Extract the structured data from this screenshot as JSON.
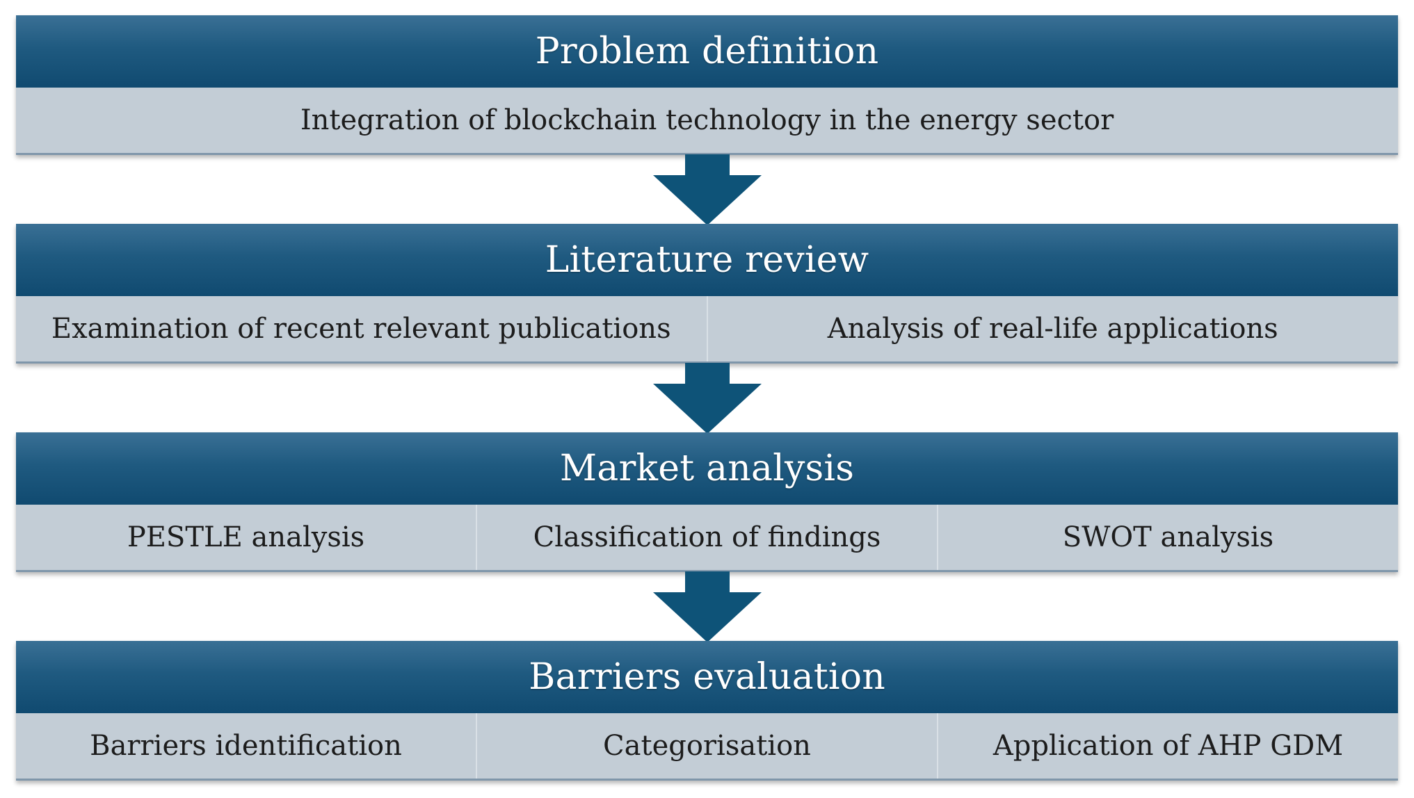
{
  "colors": {
    "header": "#1f5a80",
    "body": "#c3cdd6",
    "arrow": "#0e5378"
  },
  "stages": [
    {
      "title": "Problem definition",
      "items": [
        "Integration of blockchain technology in the energy sector"
      ]
    },
    {
      "title": "Literature review",
      "items": [
        "Examination of recent relevant publications",
        "Analysis of real-life applications"
      ]
    },
    {
      "title": "Market analysis",
      "items": [
        "PESTLE analysis",
        "Classification of findings",
        "SWOT analysis"
      ]
    },
    {
      "title": "Barriers evaluation",
      "items": [
        "Barriers identification",
        "Categorisation",
        "Application of AHP GDM"
      ]
    }
  ]
}
